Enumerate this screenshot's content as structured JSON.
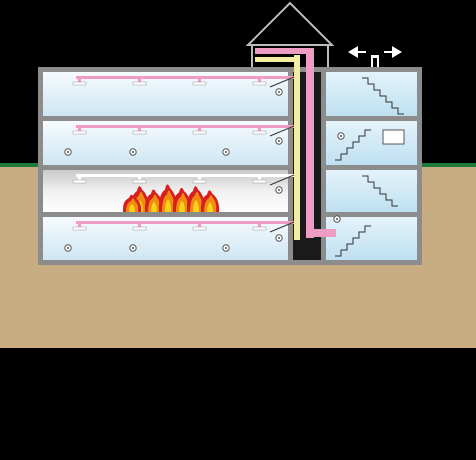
{
  "diagram": {
    "subject": "smoke-control-system-building-cutaway",
    "colors": {
      "sky": "#000000",
      "grass": "#1f7a3a",
      "ground": "#c8ad82",
      "below": "#000000",
      "wall": "#8c8c8c",
      "room_light": "#eef6fb",
      "room_mid": "#d9ecf6",
      "fire_floor": "#dcdcdc",
      "stair_room": "#cfe8f5",
      "pipe_pink": "#ee9cc4",
      "pipe_yellow": "#f4eea2",
      "shaft": "#1a1a1a",
      "flame_red": "#d81e1e",
      "flame_orange": "#f28b12",
      "flame_yellow": "#f7d21b",
      "roof": "#bbbbbb"
    },
    "floors": [
      {
        "name": "top-floor",
        "state": "normal"
      },
      {
        "name": "second-floor",
        "state": "normal"
      },
      {
        "name": "fire-floor",
        "state": "on-fire"
      },
      {
        "name": "basement-floor",
        "state": "normal"
      }
    ],
    "stairwell_sign_visible": true,
    "roof_fan_arrows": [
      "left",
      "right"
    ]
  }
}
